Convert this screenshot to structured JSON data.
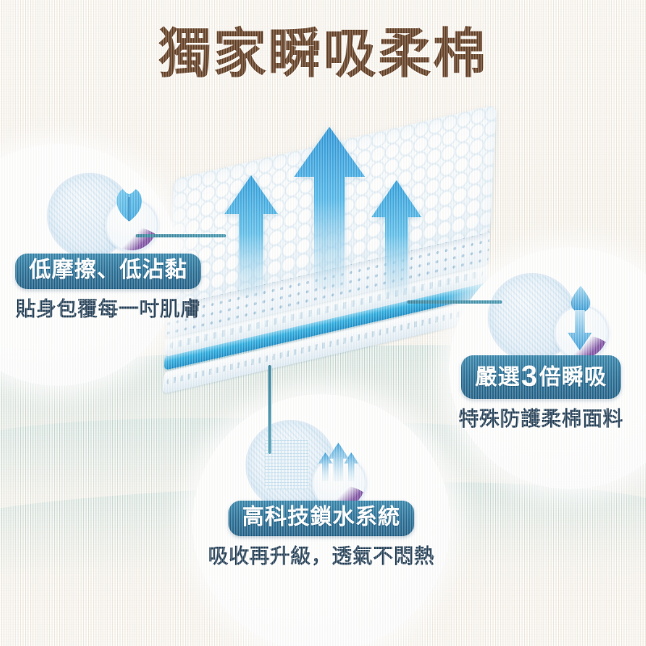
{
  "page": {
    "title": "獨家瞬吸柔棉",
    "title_color": "#5a3418",
    "background_color": "#faf5ec",
    "accent_color": "#19648e",
    "leader_color": "#2f7f99",
    "subtitle_color": "#1d3a52"
  },
  "product": {
    "name": "layered-absorbent-pad",
    "arrows": [
      "breathability-arrow-left",
      "breathability-arrow-center",
      "breathability-arrow-right"
    ],
    "layers": [
      "quilted-top-sheet",
      "perforated-dot-layer",
      "cyan-absorbent-core",
      "wavy-base-layer"
    ]
  },
  "callouts": [
    {
      "id": "low-friction",
      "badge": "低摩擦、低沾黏",
      "sub": "貼身包覆每一吋肌膚",
      "icon": "leaf-icon"
    },
    {
      "id": "triple-absorb",
      "badge_prefix": "嚴選",
      "badge_number": "3",
      "badge_suffix": "倍瞬吸",
      "sub": "特殊防護柔棉面料",
      "icon": "water-drop-down-arrow-icon"
    },
    {
      "id": "lock-water",
      "badge": "高科技鎖水系統",
      "sub": "吸收再升級，透氣不悶熱",
      "icon": "up-arrows-breathable-icon"
    }
  ]
}
